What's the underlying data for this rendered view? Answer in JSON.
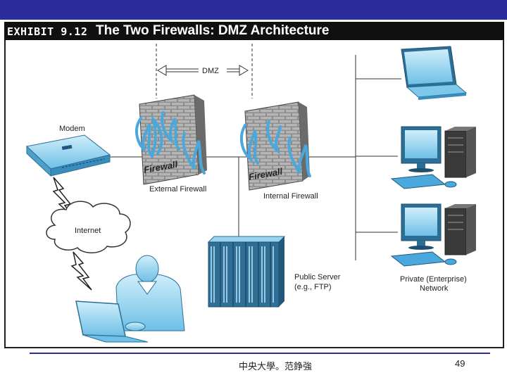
{
  "header": {
    "exhibit": "EXHIBIT 9.12",
    "title": "The Two Firewalls: DMZ Architecture"
  },
  "diagram": {
    "dmz_label": "DMZ",
    "modem_label": "Modem",
    "internet_label": "Internet",
    "firewall_text": "Firewall",
    "external_firewall_label": "External Firewall",
    "internal_firewall_label": "Internal Firewall",
    "public_server_line1": "Public Server",
    "public_server_line2": "(e.g., FTP)",
    "private_network_line1": "Private (Enterprise)",
    "private_network_line2": "Network"
  },
  "footer": {
    "text": "中央大學。范錚強",
    "page_number": "49"
  },
  "colors": {
    "top_band": "#2c2c9c",
    "title_bar": "#101010",
    "device_blue": "#7ec8ea"
  }
}
